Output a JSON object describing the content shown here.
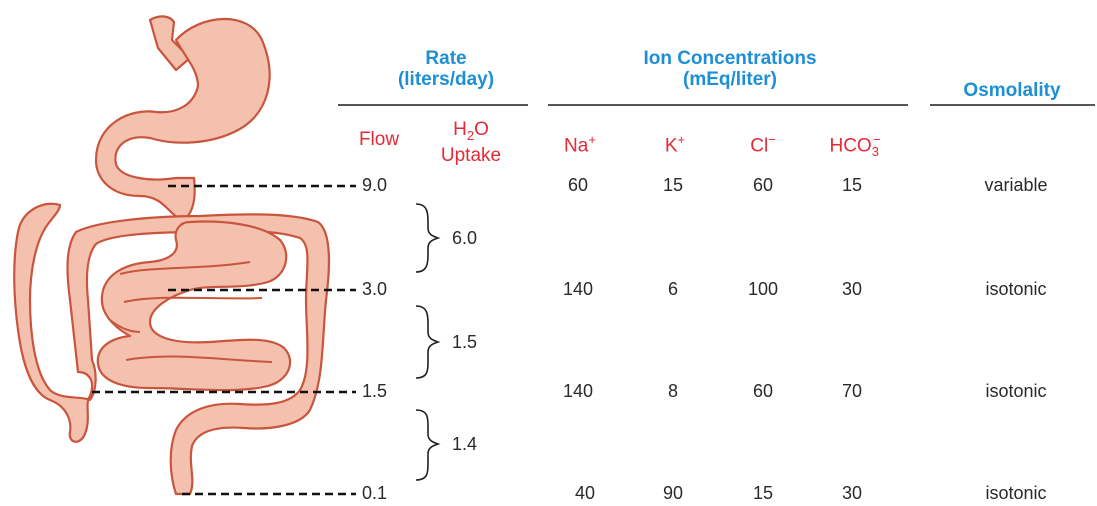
{
  "headers": {
    "rate": [
      "Rate",
      "(liters/day)"
    ],
    "ions": [
      "Ion Concentrations",
      "(mEq/liter)"
    ],
    "osmolality": "Osmolality"
  },
  "subheaders": {
    "flow": "Flow",
    "h2o_uptake": {
      "h": "H",
      "sub": "2",
      "o": "O",
      "line2": "Uptake"
    },
    "na": {
      "base": "Na",
      "sup": "+"
    },
    "k": {
      "base": "K",
      "sup": "+"
    },
    "cl": {
      "base": "Cl",
      "sup": "−"
    },
    "hco3": {
      "base": "HCO",
      "sub": "3",
      "sup": "−"
    }
  },
  "rows": [
    {
      "flow": "9.0",
      "na": "60",
      "k": "15",
      "cl": "60",
      "hco3": "15",
      "osmolality": "variable"
    },
    {
      "flow": "3.0",
      "na": "140",
      "k": "6",
      "cl": "100",
      "hco3": "30",
      "osmolality": "isotonic"
    },
    {
      "flow": "1.5",
      "na": "140",
      "k": "8",
      "cl": "60",
      "hco3": "70",
      "osmolality": "isotonic"
    },
    {
      "flow": "0.1",
      "na": "40",
      "k": "90",
      "cl": "15",
      "hco3": "30",
      "osmolality": "isotonic"
    }
  ],
  "uptake": [
    "6.0",
    "1.5",
    "1.4"
  ],
  "colors": {
    "header": "#1e8fd6",
    "subheader": "#e52a37",
    "organ_fill": "#f4c1ae",
    "organ_stroke": "#c9553d",
    "text": "#2a2a2a",
    "rule": "#555555"
  },
  "icons": {
    "illustration": "digestive-tract-illustration"
  }
}
